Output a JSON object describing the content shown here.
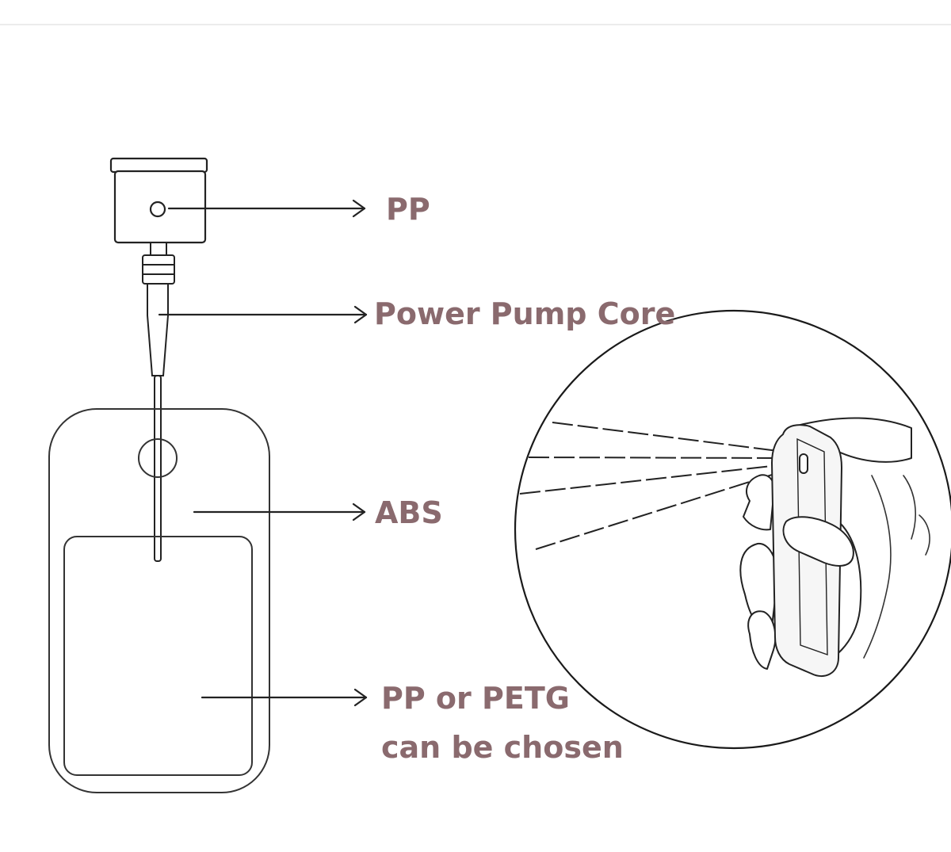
{
  "labels": {
    "pp": "PP",
    "power_pump_core": "Power Pump Core",
    "abs": "ABS",
    "pp_or_petg_line1": "PP or PETG",
    "pp_or_petg_line2": "can be chosen"
  },
  "colors": {
    "label_text": "#8a6a6e",
    "line": "#222222",
    "divider": "#e6e6e6",
    "background": "#ffffff"
  }
}
